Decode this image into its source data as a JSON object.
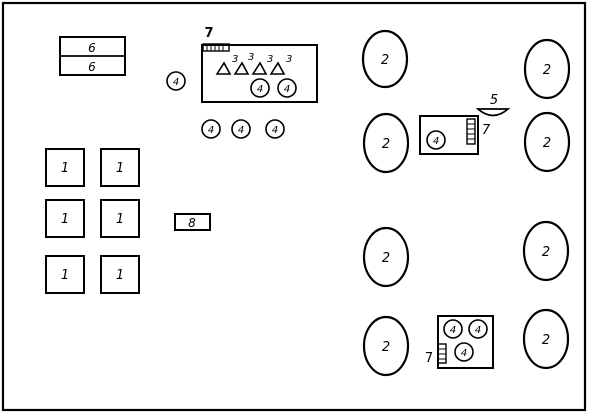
{
  "legend_numbers": {
    "work_table": "1",
    "oval_unit": "2",
    "triangle_marker": "3",
    "circle_marker": "4",
    "arc_marker": "5",
    "two_cell_box": "6",
    "hatched_strip_marker": "7",
    "small_box": "8"
  },
  "colors": {
    "ink": "#000000",
    "paper": "#ffffff"
  }
}
